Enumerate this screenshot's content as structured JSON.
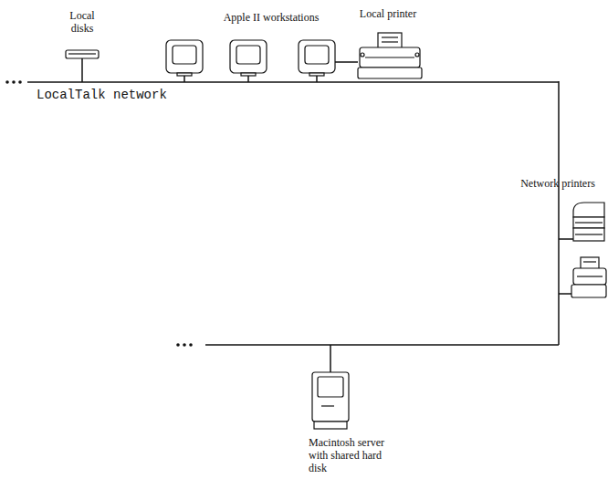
{
  "diagram": {
    "labels": [
      "Local disks",
      "Apple II workstations",
      "Local printer",
      "LocalTalk network",
      "Network printers",
      "Macintosh server with shared hard disk"
    ]
  }
}
